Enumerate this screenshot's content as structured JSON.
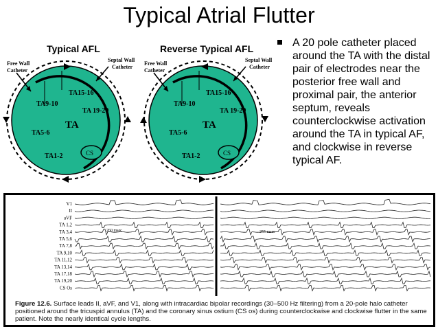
{
  "slide": {
    "title": "Typical Atrial Flutter",
    "bullet": "A 20 pole catheter placed around the TA with the distal pair of electrodes near the posterior free wall and proximal pair, the anterior septum, reveals counterclockwise activation around the TA in typical AF, and clockwise in reverse typical AF."
  },
  "diagrams": {
    "left_label": "Typical AFL",
    "right_label": "Reverse Typical AFL",
    "free_wall": "Free Wall",
    "catheter": "Catheter",
    "septal_wall": "Septal Wall",
    "ta": "TA",
    "cs": "CS",
    "ta15_16": "TA15-16",
    "ta9_10": "TA9-10",
    "ta19_20": "TA 19-20",
    "ta5_6": "TA5-6",
    "ta1_2": "TA1-2",
    "colors": {
      "ring_fill": "#1fb58f",
      "ring_border": "#000000"
    }
  },
  "ecg": {
    "leads": [
      "V1",
      "II",
      "aVF",
      "TA 1,2",
      "TA 3,4",
      "TA 5,6",
      "TA 7,8",
      "TA 9,10",
      "TA 11,12",
      "TA 13,14",
      "TA 17,18",
      "TA 19,20",
      "CS Os"
    ],
    "interval_left": "260 msec",
    "interval_right": "255 msec",
    "figure_label": "Figure 12.6.",
    "caption": "Surface leads II, aVF, and V1, along with intracardiac bipolar recordings (30–500 Hz filtering) from a 20-pole halo catheter positioned around the tricuspid annulus (TA) and the coronary sinus ostium (CS os) during counterclockwise and clockwise flutter in the same patient. Note the nearly identical cycle lengths."
  }
}
